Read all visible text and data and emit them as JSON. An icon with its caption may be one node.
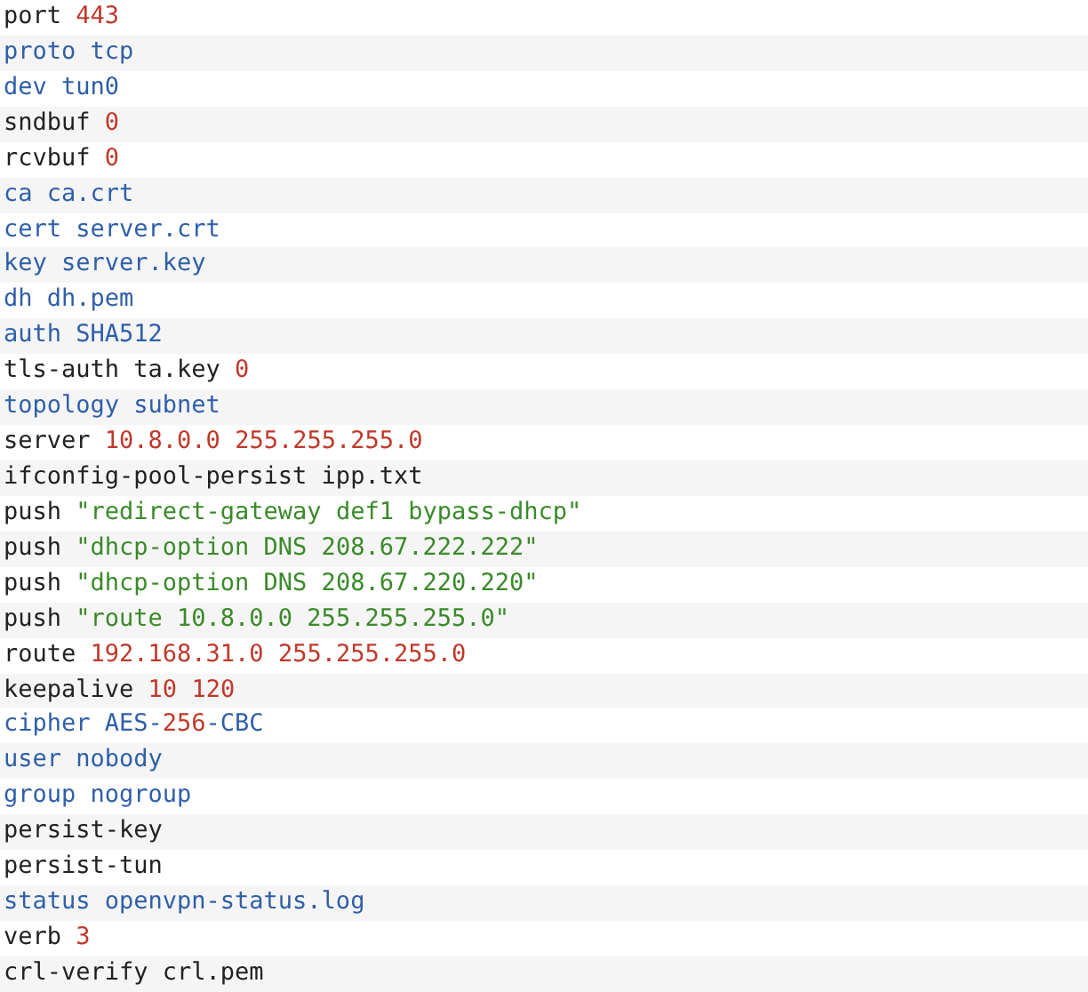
{
  "diagram": {
    "labels": [
      "port 443",
      "proto tcp",
      "dev tun0",
      "sndbuf 0",
      "rcvbuf 0",
      "ca ca.crt",
      "cert server.crt",
      "key server.key",
      "dh dh.pem",
      "auth SHA512",
      "tls-auth ta.key 0",
      "topology subnet",
      "server 10.8.0.0 255.255.255.0",
      "ifconfig-pool-persist ipp.txt",
      "push \"redirect-gateway def1 bypass-dhcp\"",
      "push \"dhcp-option DNS 208.67.222.222\"",
      "push \"dhcp-option DNS 208.67.220.220\"",
      "push \"route 10.8.0.0 255.255.255.0\"",
      "route 192.168.31.0 255.255.255.0",
      "keepalive 10 120",
      "cipher AES-256-CBC",
      "user nobody",
      "group nogroup",
      "persist-key",
      "persist-tun",
      "status openvpn-status.log",
      "verb 3",
      "crl-verify crl.pem"
    ]
  }
}
